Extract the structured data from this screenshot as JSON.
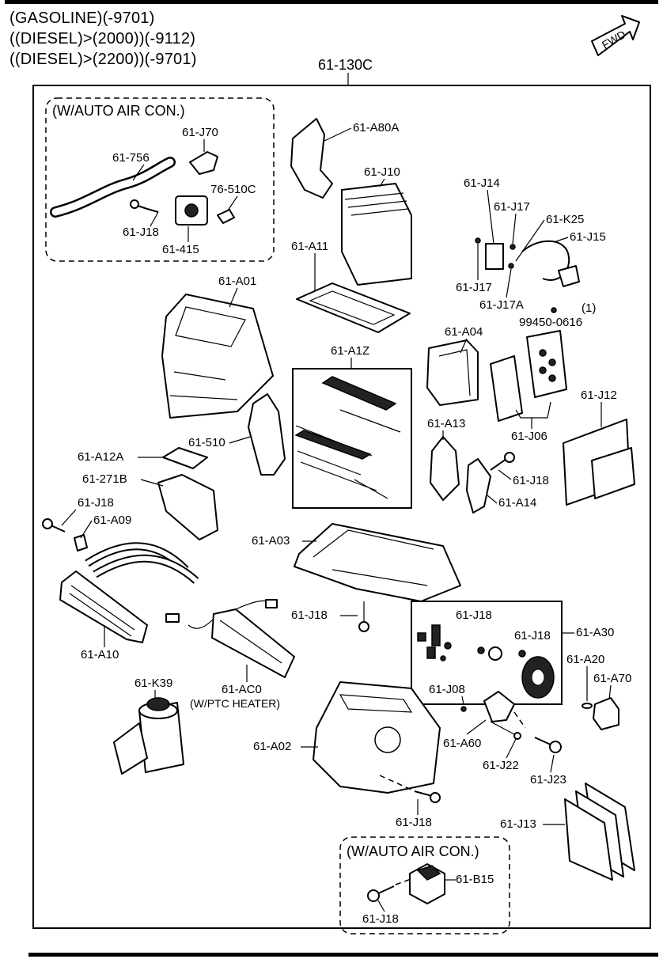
{
  "header": {
    "line1": "(GASOLINE)(-9701)",
    "line2": "((DIESEL)>(2000))(-9112)",
    "line3": "((DIESEL)>(2200))(-9701)"
  },
  "fwd_label": "FWD",
  "assembly_label": "61-130C",
  "groups": {
    "auto_air_top": "(W/AUTO AIR CON.)",
    "auto_air_bottom": "(W/AUTO AIR CON.)",
    "ptc_heater": "(W/PTC HEATER)"
  },
  "parts": {
    "j70": "61-J70",
    "p756": "61-756",
    "p510c": "76-510C",
    "j18_a": "61-J18",
    "p415": "61-415",
    "a80a": "61-A80A",
    "j10": "61-J10",
    "a11": "61-A11",
    "j14": "61-J14",
    "j17_a": "61-J17",
    "k25": "61-K25",
    "j15": "61-J15",
    "j17_b": "61-J17",
    "j17a": "61-J17A",
    "qty": "(1)",
    "p99450": "99450-0616",
    "a01": "61-A01",
    "a04": "61-A04",
    "a1z": "61-A1Z",
    "j12": "61-J12",
    "p510": "61-510",
    "a13": "61-A13",
    "j06": "61-J06",
    "a12a": "61-A12A",
    "p271b": "61-271B",
    "j18_b": "61-J18",
    "a14": "61-A14",
    "j18_c": "61-J18",
    "a09": "61-A09",
    "a03": "61-A03",
    "j18_d": "61-J18",
    "a10": "61-A10",
    "j18_e": "61-J18",
    "j18_f": "61-J18",
    "a30": "61-A30",
    "a20": "61-A20",
    "a70": "61-A70",
    "ac0": "61-AC0",
    "k39": "61-K39",
    "j08": "61-J08",
    "a60": "61-A60",
    "a02": "61-A02",
    "j22": "61-J22",
    "j23": "61-J23",
    "j18_g": "61-J18",
    "j13": "61-J13",
    "b15": "61-B15",
    "j18_h": "61-J18"
  }
}
